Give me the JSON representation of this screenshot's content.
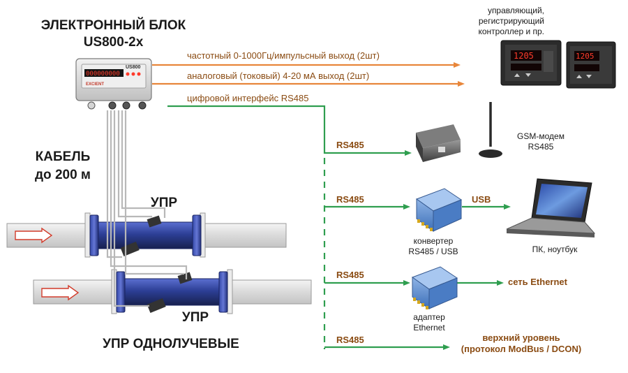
{
  "electronic_unit": {
    "title_line1": "ЭЛЕКТРОННЫЙ БЛОК",
    "title_line2": "US800-2x",
    "panel_brand": "US800",
    "panel_logo": "EXCIENT",
    "display_value": "000000000"
  },
  "cable": {
    "line1": "КАБЕЛЬ",
    "line2": "до 200 м"
  },
  "outputs": {
    "frequency": "частотный 0-1000Гц/импульсный выход (2шт)",
    "analog": "аналоговый (токовый) 4-20 мА выход (2шт)",
    "digital": "цифровой интерфейс RS485"
  },
  "controller": {
    "line1": "управляющий,",
    "line2": "регистрирующий",
    "line3": "контроллер и пр.",
    "display_value": "1205"
  },
  "rs485": {
    "gsm": "RS485",
    "usb": "RS485",
    "ethernet": "RS485",
    "upper": "RS485"
  },
  "gsm_modem": {
    "line1": "GSM-модем",
    "line2": "RS485"
  },
  "usb_link": "USB",
  "converter": {
    "line1": "конвертер",
    "line2": "RS485 / USB"
  },
  "pc": "ПК, ноутбук",
  "ethernet_target": "сеть Ethernet",
  "adapter": {
    "line1": "адаптер",
    "line2": "Ethernet"
  },
  "upper_level": {
    "line1": "верхний уровень",
    "line2": "(протокол ModBus / DCON)"
  },
  "sensor_label_top": "УПР",
  "sensor_label_bottom": "УПР",
  "footer": "УПР ОДНОЛУЧЕВЫЕ",
  "colors": {
    "orange": "#e8863a",
    "green": "#2f9e4f",
    "brown_text": "#8a4b12",
    "pipe_blue": "#2d3f96",
    "pipe_grey": "#e3e3e3"
  }
}
